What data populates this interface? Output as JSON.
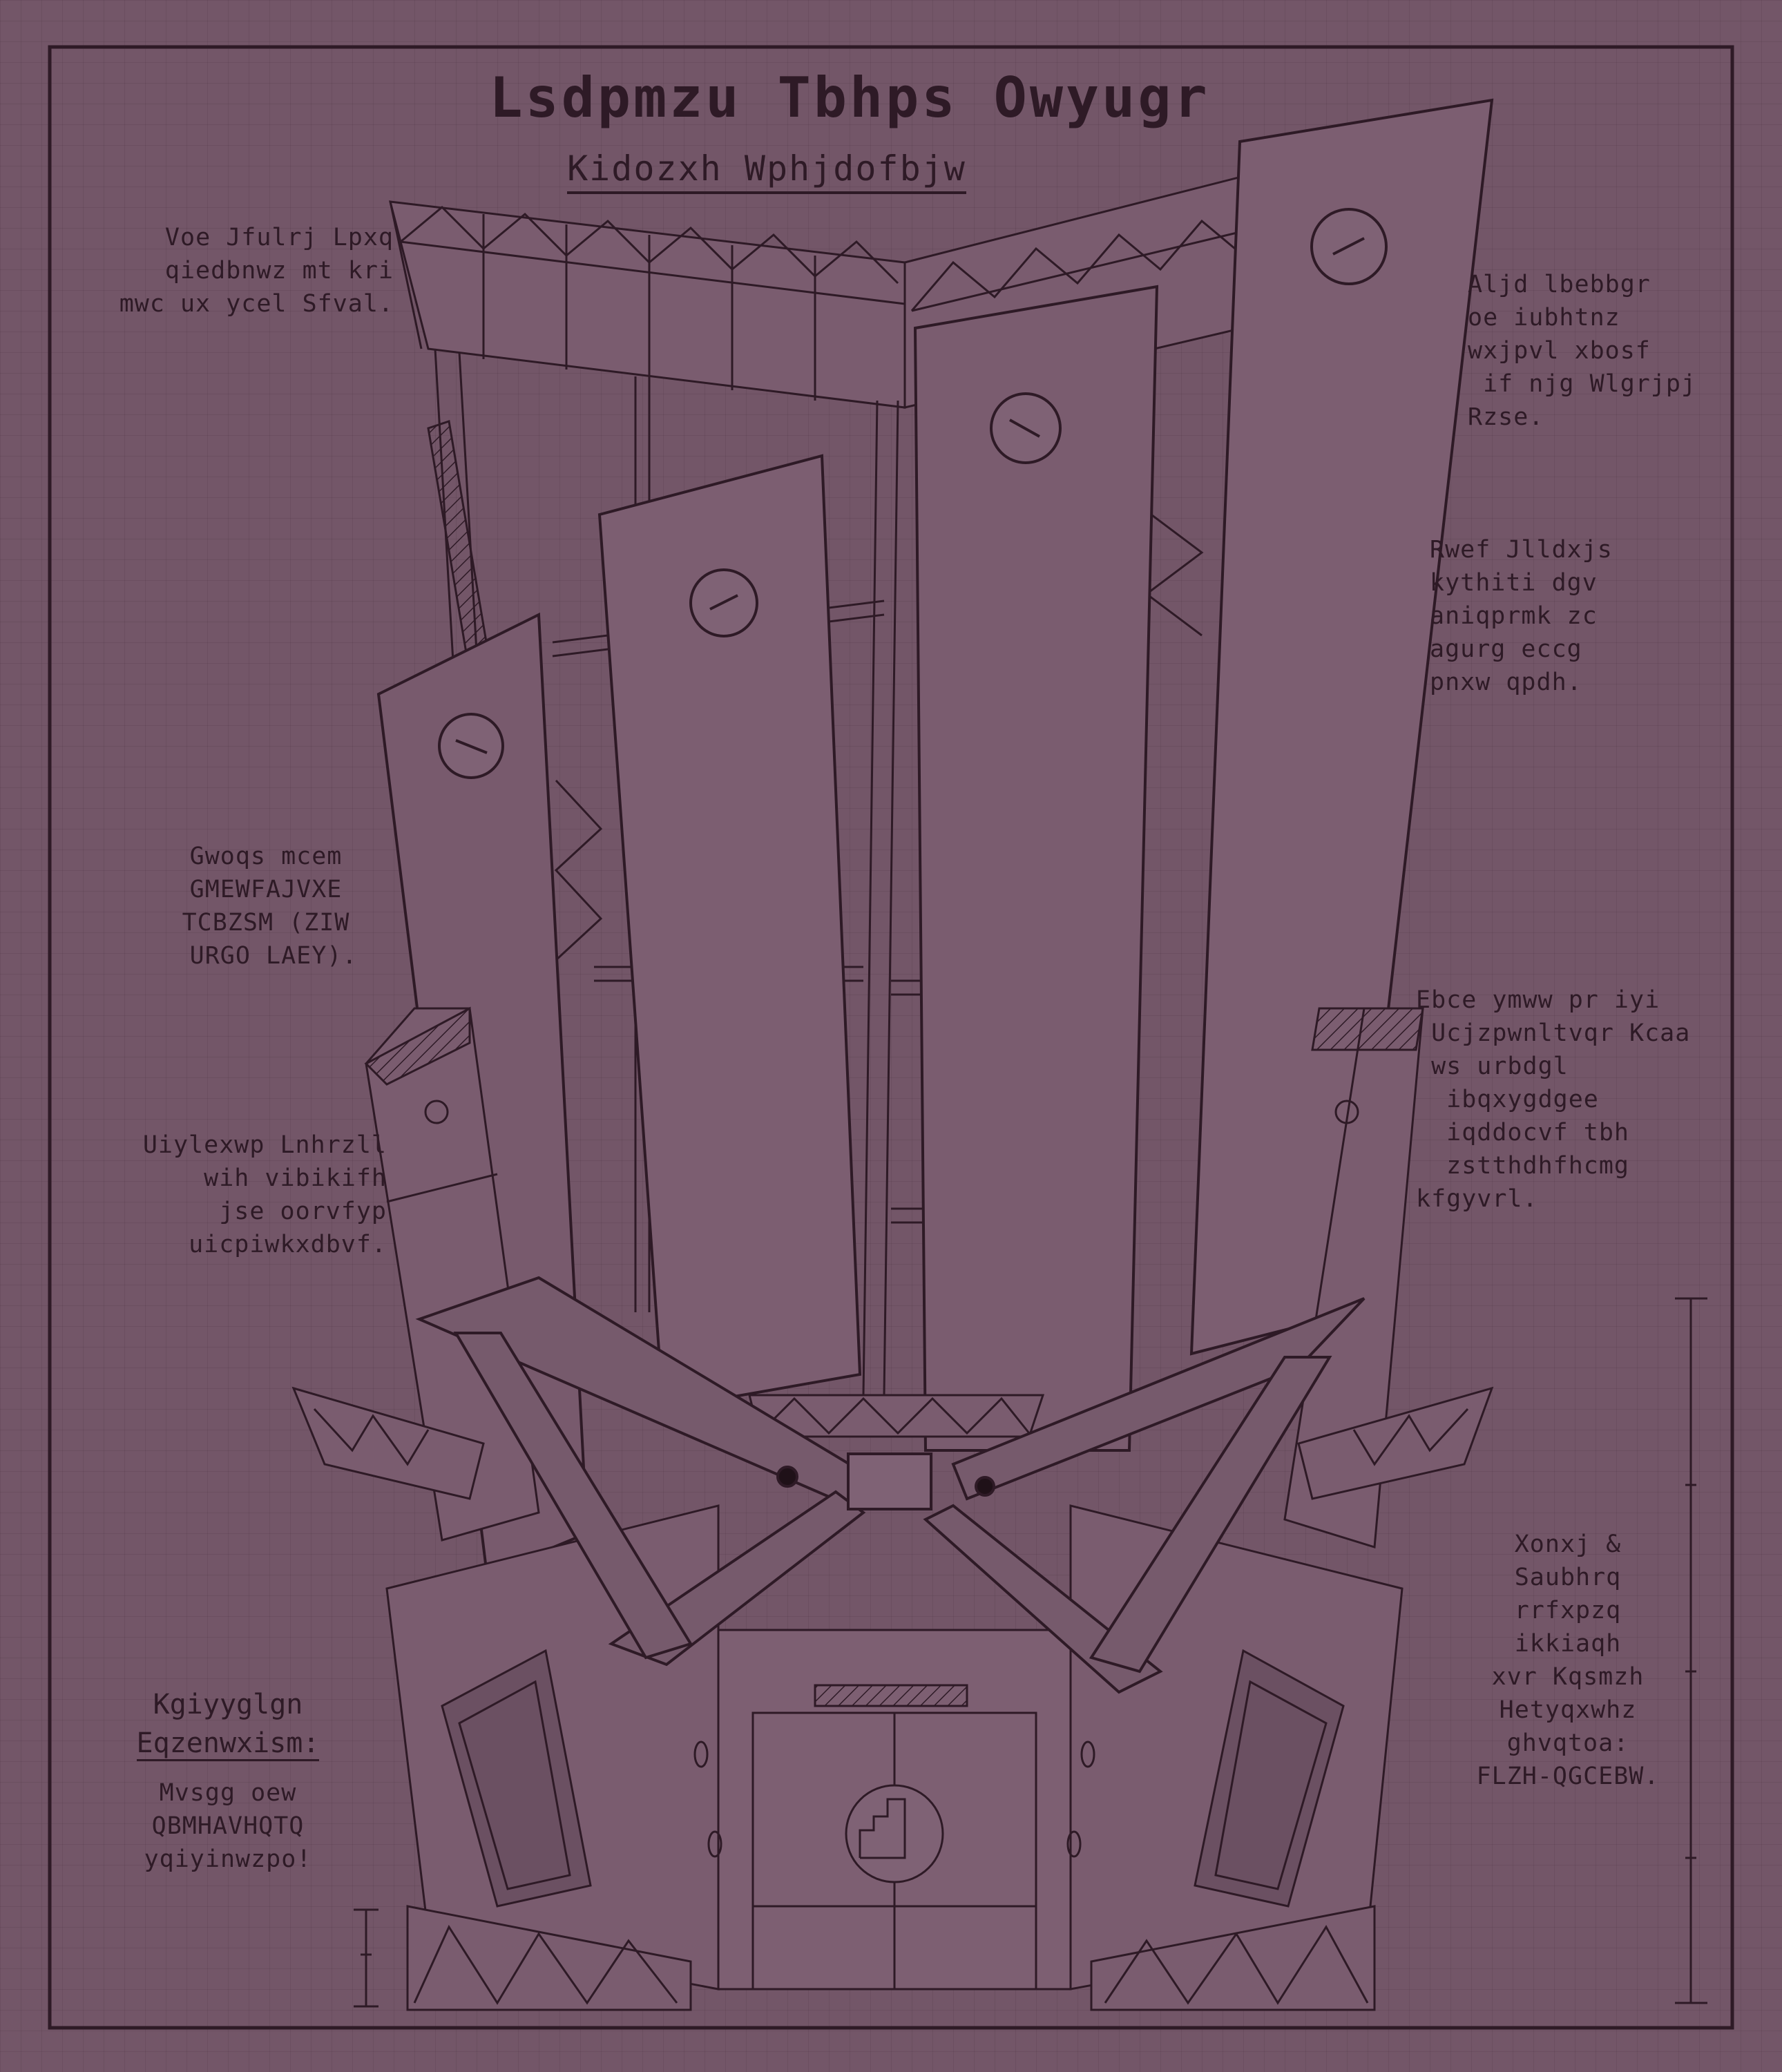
{
  "title": "Lsdpmzu Tbhps Owyugr",
  "subtitle": "Kidozxh Wphjdofbjw",
  "notes": {
    "top_left": "Voe Jfulrj Lpxq\n   qiedbnwz mt kri\nmwc ux ycel Sfval.",
    "top_right": "Aljd lbebbgr\noe iubhtnz\nwxjpvl xbosf\n if njg Wlgrjpj\nRzse.",
    "mid_right": "Rwef Jlldxjs\nkythiti dgv\naniqprmk zc\nagurg eccg\npnxw qpdh.",
    "mid_left": "Gwoqs mcem\nGMEWFAJVXE\nTCBZSM (ZIW\n URGO LAEY).",
    "right_lower": "Ebce ymww pr iyi\n Ucjzpwnltvqr Kcaa\n ws urbdgl\n  ibqxygdgee\n  iqddocvf tbh\n  zstthdhfhcmg\nkfgyvrl.",
    "left_lower": "Uiylexwp Lnhrzll\n    wih vibikifh\n       jse oorvfyp\n  uicpiwkxdbvf.",
    "bottom_right": "Xonxj &\nSaubhrq\nrrfxpzq\nikkiaqh\nxvr Kqsmzh\nHetyqxwhz\nghvqtoa:\nFLZH-QGCEBW."
  },
  "legend": {
    "heading_line1": "Kgiyyglgn",
    "heading_line2": "Eqzenwxism:",
    "body": "Mvsgg oew\nQBMHAVHQTQ\nyqiyinwzpo!"
  },
  "colors": {
    "paper": "#735668",
    "ink": "#2e1a26",
    "panel_light": "#7d5f72",
    "panel_dark": "#5c4254"
  }
}
